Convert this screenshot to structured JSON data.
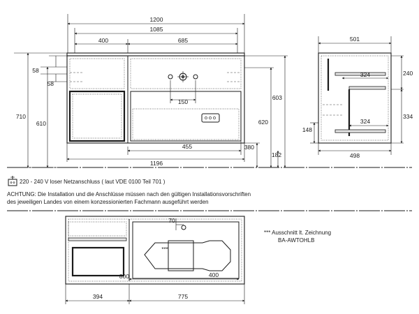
{
  "front_view": {
    "dimensions": {
      "total_width": "1200",
      "inner_width": "1085",
      "left_section": "400",
      "right_section": "685",
      "top_offset_a": "58",
      "top_offset_b": "58",
      "tap_spacing": "150",
      "depth_height": "603",
      "height_total": "710",
      "height_left": "610",
      "height_right": "620",
      "drain_offset": "455",
      "base_width": "1196",
      "floor_380": "380",
      "floor_182": "182"
    }
  },
  "side_view": {
    "dimensions": {
      "top_depth": "501",
      "inner_324_top": "324",
      "height_240": "240",
      "height_334": "334",
      "height_148": "148",
      "inner_324_bottom": "324",
      "bottom_depth": "498"
    }
  },
  "notes": {
    "power": "220 - 240 V loser Netzanschluss ( laut VDE 0100 Teil 701 )",
    "warning_line1": "ACHTUNG: Die Installation und die Anschlüsse müssen nach den gültigen Installationsvorschriften",
    "warning_line2": "des jeweiligen Landes von einem konzessionierten Fachmann ausgeführt werden"
  },
  "plan_view": {
    "dimensions": {
      "depth_70": "70",
      "width_800": "800",
      "width_400": "400",
      "width_394": "394",
      "width_775": "775"
    },
    "cutout_marker": "***",
    "cutout_note": "*** Ausschnitt lt. Zeichnung",
    "reference_code": "BA-AWTOHLB"
  }
}
